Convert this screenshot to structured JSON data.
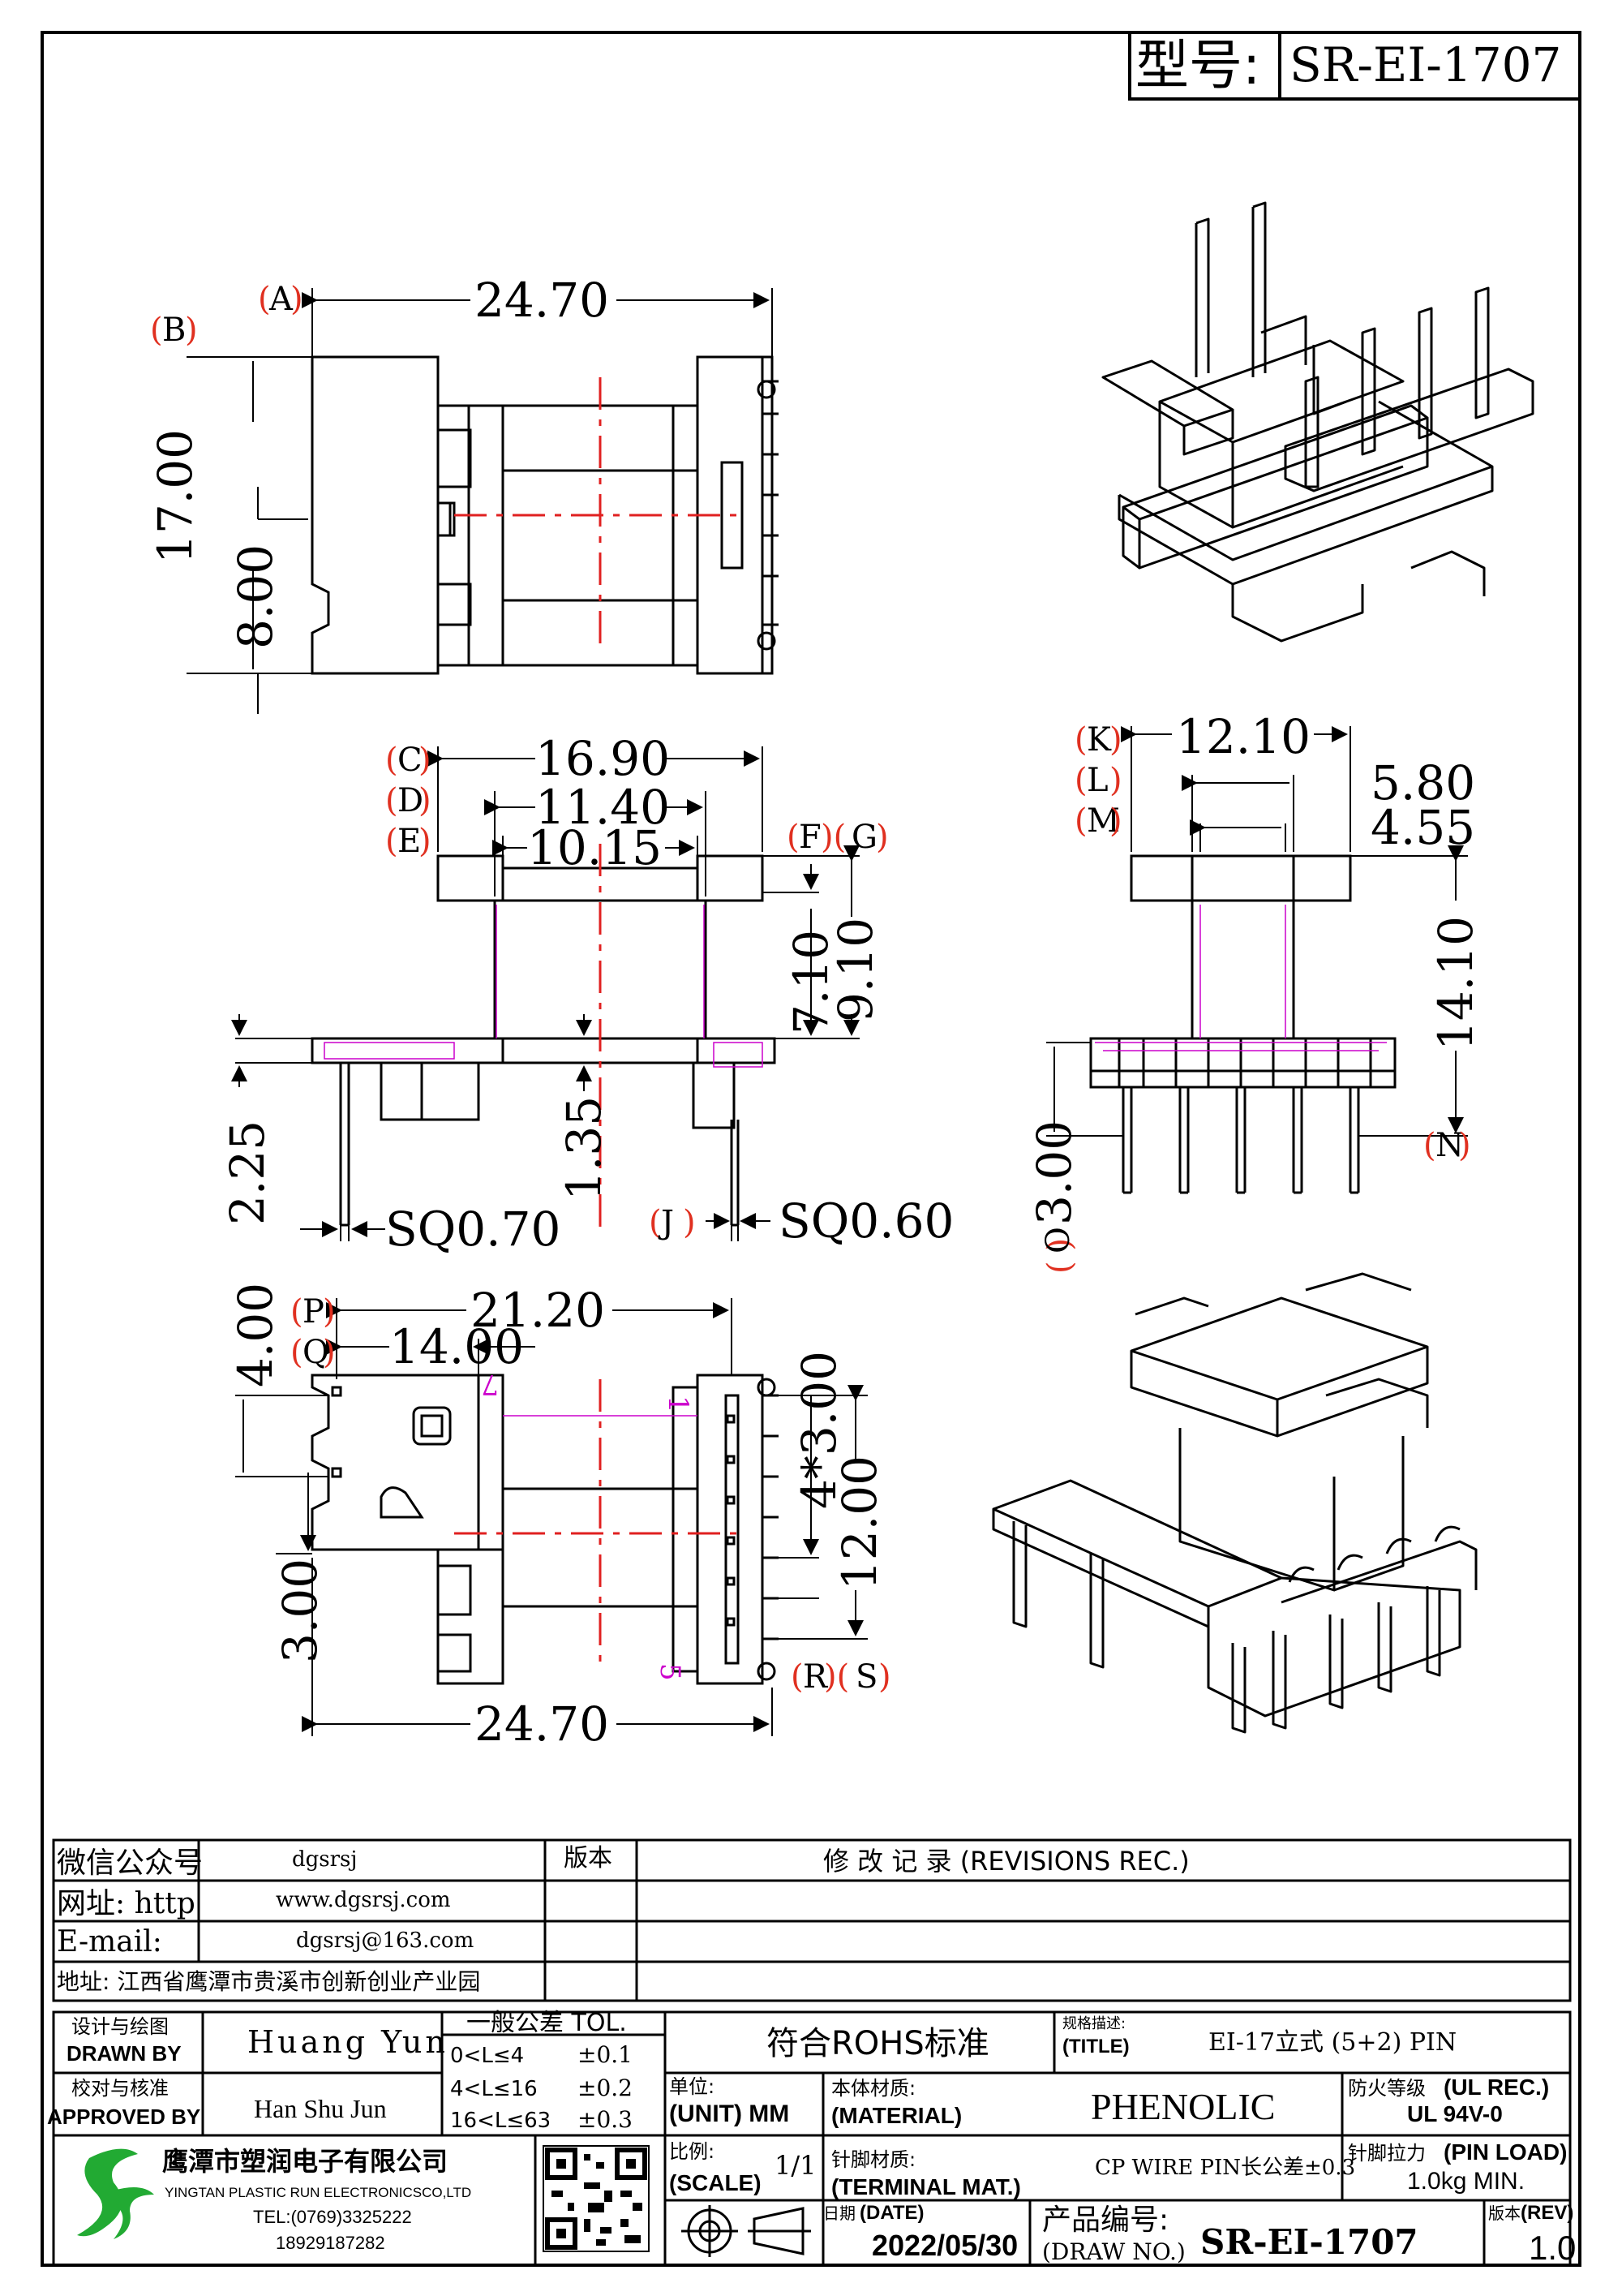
{
  "header": {
    "model_label": "型号:",
    "model_value": "SR-EI-1707"
  },
  "dims_top": {
    "A": "A",
    "B": "B",
    "w": "24.70",
    "h": "17.00",
    "h2": "8.00"
  },
  "dims_side": {
    "C": "C",
    "D": "D",
    "E": "E",
    "F": "F",
    "G": "G",
    "J": "J",
    "c": "16.90",
    "d": "11.40",
    "e": "10.15",
    "f": "7.10",
    "g": "9.10",
    "h": "1.35",
    "i": "2.25",
    "sq1": "SQ0.70",
    "sq2": "SQ0.60"
  },
  "dims_right": {
    "K": "K",
    "L": "L",
    "M": "M",
    "N": "N",
    "O": "O",
    "k": "12.10",
    "l": "5.80",
    "m": "4.55",
    "n": "14.10",
    "o": "3.00"
  },
  "dims_bottom": {
    "P": "P",
    "Q": "Q",
    "R": "R",
    "S": "S",
    "p": "21.20",
    "q": "14.00",
    "r": "4*3.00",
    "s": "12.00",
    "t": "4.00",
    "u": "3.00",
    "w": "24.70",
    "pin7": "7",
    "pin1": "1",
    "pin5": "5"
  },
  "info": {
    "wechat_label": "微信公众号",
    "wechat_value": "dgsrsj",
    "web_label": "网址: http",
    "web_value": "www.dgsrsj.com",
    "email_label": "E-mail:",
    "email_value": "dgsrsj@163.com",
    "address": "地址: 江西省鹰潭市贵溪市创新创业产业园",
    "version_label": "版本",
    "revisions": "修 改 记 录  (REVISIONS REC.)"
  },
  "title_block": {
    "designer_label": "设计与绘图",
    "drawn_by": "DRAWN BY",
    "drawn_name": "Huang  Yun",
    "checker_label": "校对与核准",
    "approved_by": "APPROVED BY",
    "approved_name": "Han Shu Jun",
    "tol_title": "一般公差 TOL.",
    "tol1": "0<L≤4",
    "tol1v": "±0.1",
    "tol2": "4<L≤16",
    "tol2v": "±0.2",
    "tol3": "16<L≤63",
    "tol3v": "±0.3",
    "rohs": "符合ROHS标准",
    "spec_label": "规格描述:",
    "title_label": "(TITLE)",
    "title_value": "EI-17立式 (5+2) PIN",
    "unit_label": "单位:",
    "unit_value": "(UNIT) MM",
    "material_label": "本体材质:",
    "material_en": "(MATERIAL)",
    "material_value": "PHENOLIC",
    "fire_label": "防火等级",
    "ul_rec": "(UL REC.)",
    "ul_value": "UL 94V-0",
    "scale_label": "比例:",
    "scale_en": "(SCALE)",
    "scale_value": "1/1",
    "terminal_label": "针脚材质:",
    "terminal_en": "(TERMINAL MAT.)",
    "terminal_value": "CP WIRE  PIN长公差±0.3",
    "pinload_label": "针脚拉力",
    "pinload_en": "(PIN LOAD)",
    "pinload_value": "1.0kg MIN.",
    "date_label": "日期",
    "date_en": "(DATE)",
    "date_value": "2022/05/30",
    "drawno_label": "产品编号:",
    "drawno_en": "(DRAW NO.)",
    "drawno_value": "SR-EI-1707",
    "rev_label": "版本",
    "rev_en": "(REV)",
    "rev_value": "1.0",
    "company_cn": "鹰潭市塑润电子有限公司",
    "company_en": "YINGTAN PLASTIC RUN ELECTRONICSCO,LTD",
    "tel": "TEL:(0769)3325222",
    "phone": "18929187282"
  }
}
